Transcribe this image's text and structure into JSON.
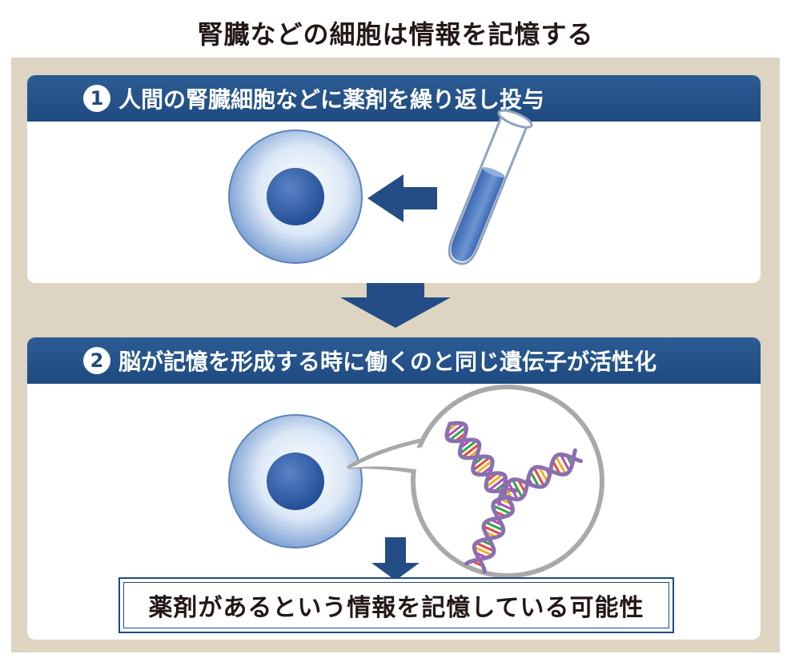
{
  "title": "腎臓などの細胞は情報を記憶する",
  "steps": [
    {
      "number": "1",
      "label": "人間の腎臓細胞などに薬剤を繰り返し投与"
    },
    {
      "number": "2",
      "label": "脳が記憶を形成する時に働くのと同じ遺伝子が活性化"
    }
  ],
  "conclusion": "薬剤があるという情報を記憶している可能性",
  "colors": {
    "header_blue": "#1e4a80",
    "frame_beige": "#ddd5c2",
    "cell_blue": "#6f97cf",
    "nucleus_blue": "#2d5aa6",
    "arrow_blue": "#244d85",
    "liquid_blue": "#4a78c0"
  }
}
